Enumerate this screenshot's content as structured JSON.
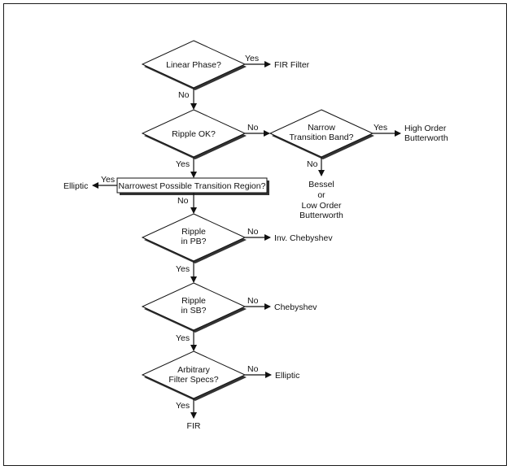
{
  "decisions": {
    "linear_phase": "Linear Phase?",
    "ripple_ok": "Ripple OK?",
    "narrow_transition": [
      "Narrow",
      "Transition Band?"
    ],
    "narrowest_region": "Narrowest Possible Transition Region?",
    "ripple_pb": [
      "Ripple",
      "in PB?"
    ],
    "ripple_sb": [
      "Ripple",
      "in SB?"
    ],
    "arbitrary_specs": [
      "Arbitrary",
      "Filter Specs?"
    ]
  },
  "outcomes": {
    "fir_filter": "FIR Filter",
    "high_order_butterworth": [
      "High Order",
      "Butterworth"
    ],
    "bessel_or_low_order": [
      "Bessel",
      "or",
      "Low Order",
      "Butterworth"
    ],
    "elliptic_left": "Elliptic",
    "inv_chebyshev": "Inv. Chebyshev",
    "chebyshev": "Chebyshev",
    "elliptic_right": "Elliptic",
    "fir": "FIR"
  },
  "edge_labels": {
    "yes": "Yes",
    "no": "No"
  }
}
